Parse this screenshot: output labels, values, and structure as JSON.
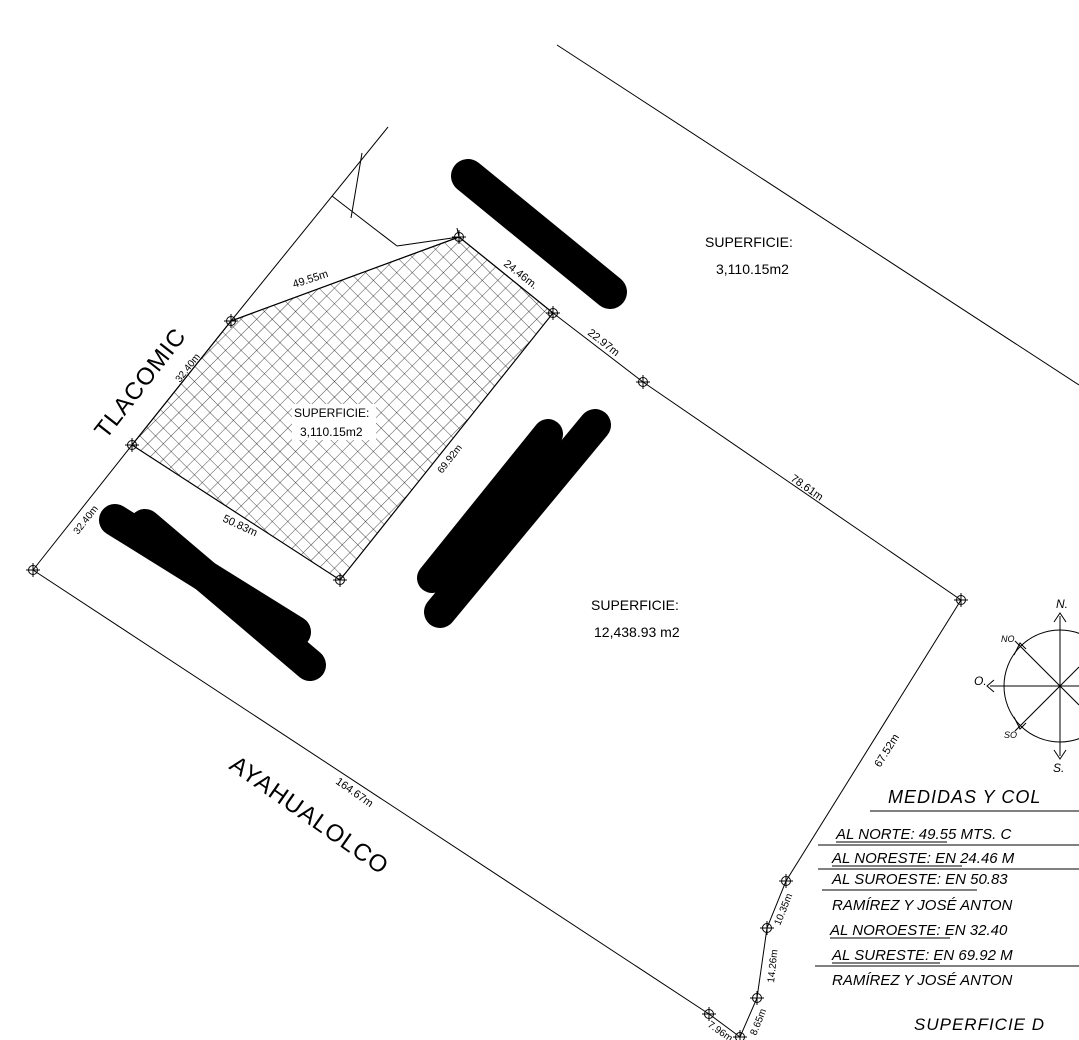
{
  "streets": {
    "tlacomic": "TLACOMIC",
    "ayahualolco": "AYAHUALOLCO"
  },
  "surfaces": {
    "upper_label": "SUPERFICIE:",
    "upper_value": "3,110.15m2",
    "hatched_label": "SUPERFICIE:",
    "hatched_value": "3,110.15m2",
    "main_label": "SUPERFICIE:",
    "main_value": "12,438.93 m2"
  },
  "dimensions": {
    "d_49_55": "49.55m",
    "d_24_46": "24.46m.",
    "d_22_97": "22.97m",
    "d_32_40_inner": "32.40m",
    "d_69_92": "69.92m",
    "d_50_83": "50.83m",
    "d_32_40_outer": "32.40m",
    "d_78_61": "78.61m",
    "d_164_67": "164.67m",
    "d_67_52": "67.52m",
    "d_10_35": "10.35m",
    "d_14_26": "14.26m",
    "d_8_65": "8.65m",
    "d_7_96": "7.96m"
  },
  "compass": {
    "north": "N.",
    "south": "S.",
    "west": "O.",
    "northwest": "NO",
    "southwest": "SO"
  },
  "legend": {
    "title": "MEDIDAS Y COL",
    "lines": [
      "AL NORTE: 49.55 MTS. C",
      "AL NORESTE: EN 24.46 M",
      "AL SUROESTE: EN 50.83",
      "RAMÍREZ Y JOSÉ ANTON",
      "AL NOROESTE: EN  32.40",
      "AL SURESTE: EN  69.92 M",
      "RAMÍREZ Y JOSÉ ANTON"
    ],
    "footer": "SUPERFICIE D"
  },
  "colors": {
    "line": "#000000",
    "background": "#ffffff",
    "redaction": "#000000"
  }
}
